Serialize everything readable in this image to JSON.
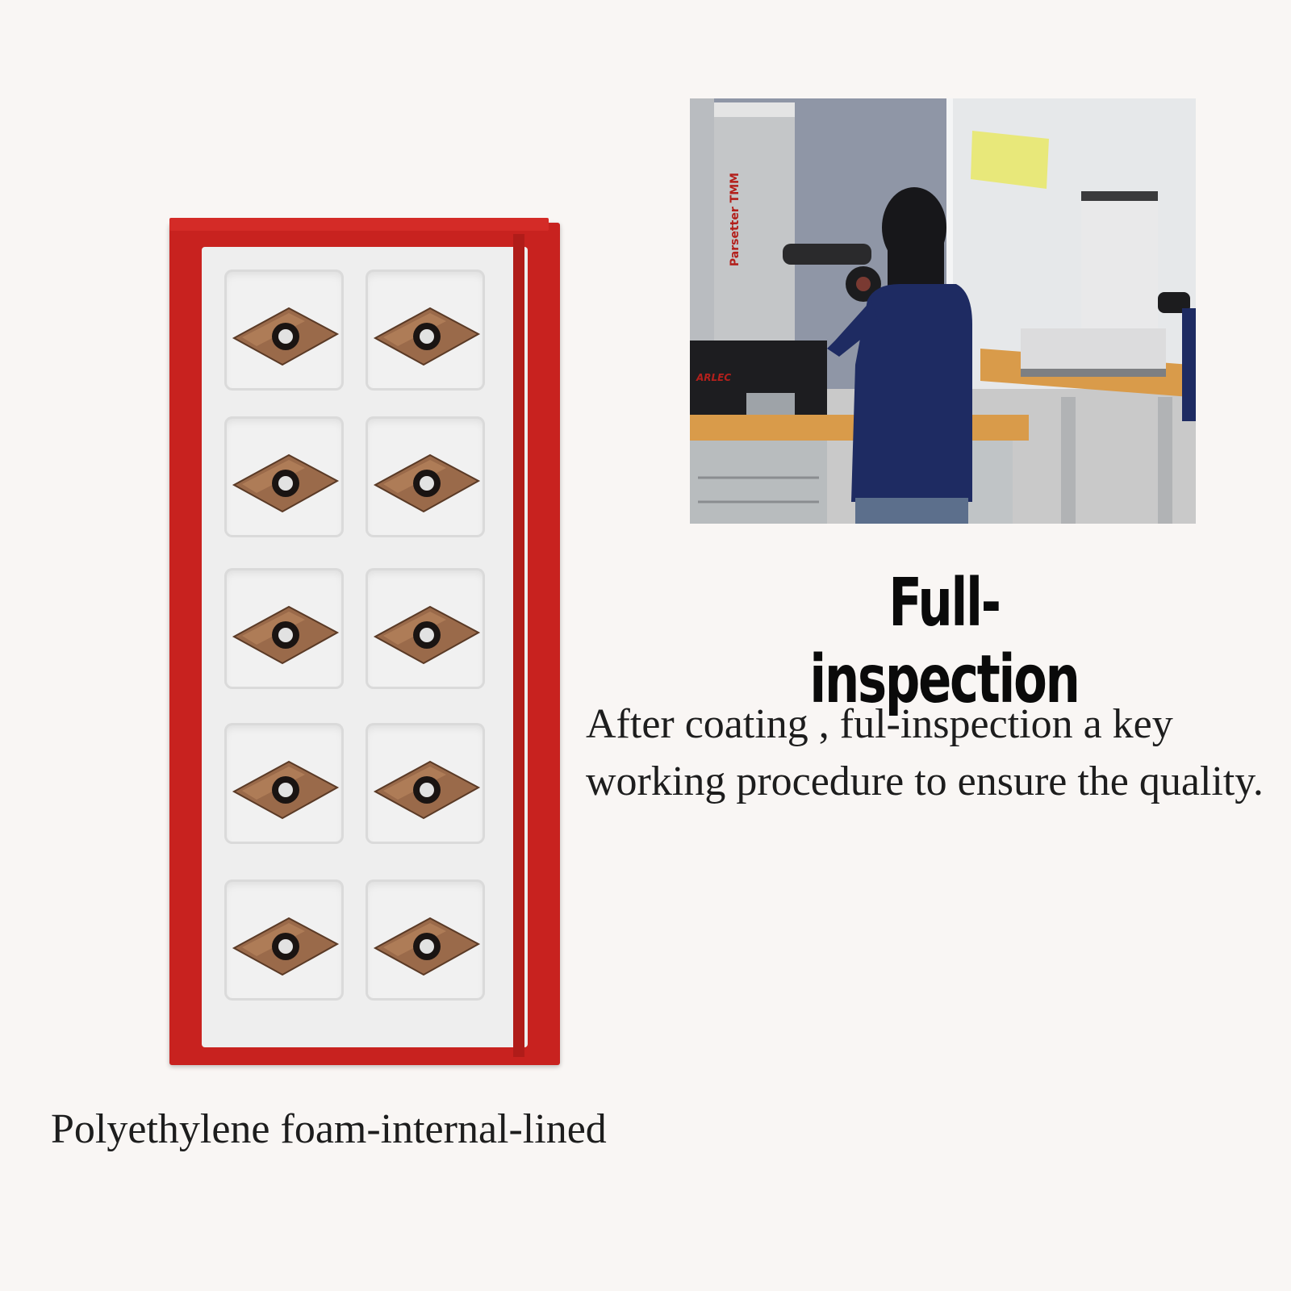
{
  "headline": "Full-inspection",
  "description": "After coating , ful-inspection a key working procedure to ensure the quality.",
  "caption": "Polyethylene foam-internal-lined",
  "photo": {
    "machine_label": "Parsetter TMM",
    "machine_brand": "ARLEC"
  },
  "colors": {
    "box_red": "#c8221f",
    "foam_white": "#eeeeee",
    "insert_bronze": "#9a6a4a",
    "background": "#f9f6f4"
  },
  "insert_tray": {
    "columns": 2,
    "rows": 5,
    "count": 10
  }
}
